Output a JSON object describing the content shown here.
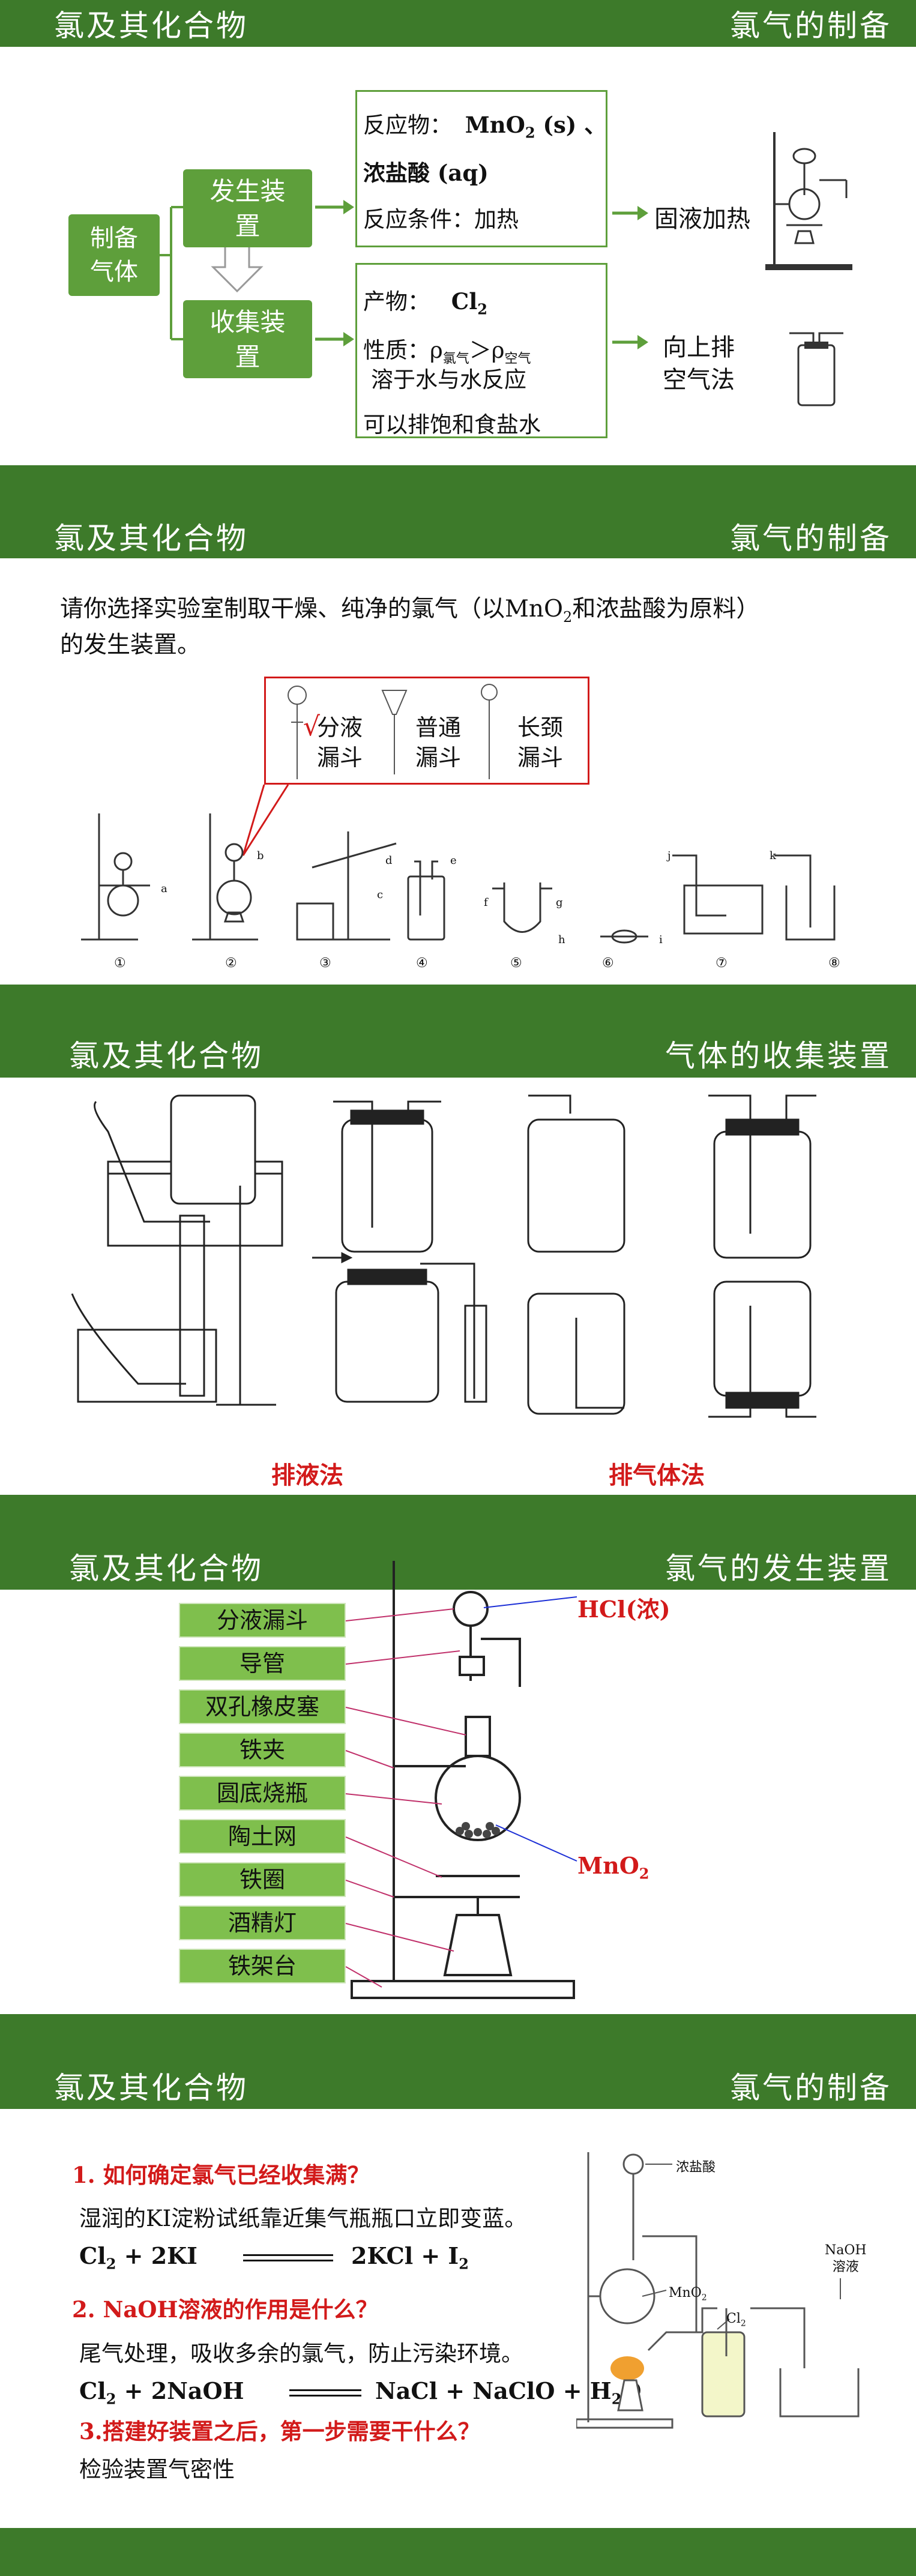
{
  "slide1": {
    "bar_left": "氯及其化合物",
    "bar_right": "氯气的制备",
    "prepare_gas_line1": "制备",
    "prepare_gas_line2": "气体",
    "gen_device_line1": "发生装",
    "gen_device_line2": "置",
    "collect_device_line1": "收集装",
    "collect_device_line2": "置",
    "reactant_label": "反应物：",
    "reactant_formula": "MnO",
    "reactant_sub": "2",
    "reactant_state": " (s) 、",
    "reactant_line2": "浓盐酸 (aq)",
    "condition": "反应条件：加热",
    "gen_result": "固液加热",
    "product_label": "产物：",
    "product_formula": "Cl",
    "product_sub": "2",
    "property_prefix": "性质：ρ",
    "property_sub1": "氯气",
    "property_mid": "＞ρ",
    "property_sub2": "空气",
    "property_line2": "溶于水与水反应",
    "property_line3": "可以排饱和食盐水",
    "collect_result_line1": "向上排",
    "collect_result_line2": "空气法"
  },
  "slide2": {
    "bar_left": "氯及其化合物",
    "bar_right": "氯气的制备",
    "question_line1_a": "请你选择实验室制取干燥、纯净的氯气（以MnO",
    "question_sub": "2",
    "question_line1_b": "和浓盐酸为原料）",
    "question_line2": "的发生装置。",
    "funnel1_line1": "分液",
    "funnel1_line2": "漏斗",
    "funnel2_line1": "普通",
    "funnel2_line2": "漏斗",
    "funnel3_line1": "长颈",
    "funnel3_line2": "漏斗",
    "check_mark": "√",
    "app_numbers": [
      "①",
      "②",
      "③",
      "④",
      "⑤",
      "⑥",
      "⑦",
      "⑧"
    ],
    "letters": [
      "a",
      "b",
      "c",
      "d",
      "e",
      "f",
      "g",
      "h",
      "i",
      "j",
      "k"
    ]
  },
  "slide3": {
    "bar_left": "氯及其化合物",
    "bar_right": "气体的收集装置",
    "liquid_method": "排液法",
    "gas_method": "排气体法"
  },
  "slide4": {
    "bar_left": "氯及其化合物",
    "bar_right": "氯气的发生装置",
    "parts": [
      "分液漏斗",
      "导管",
      "双孔橡皮塞",
      "铁夹",
      "圆底烧瓶",
      "陶土网",
      "铁圈",
      "酒精灯",
      "铁架台"
    ],
    "hcl_label": "HCl(浓)",
    "mno2_label": "MnO",
    "mno2_sub": "2"
  },
  "slide5": {
    "bar_left": "氯及其化合物",
    "bar_right": "氯气的制备",
    "q1": "1.  如何确定氯气已经收集满？",
    "a1": "湿润的KI淀粉试纸靠近集气瓶瓶口立即变蓝。",
    "eq1_left": "Cl",
    "eq1_left_sub": "2",
    "eq1_left_rest": " + 2KI",
    "eq1_right": "2KCl + I",
    "eq1_right_sub": "2",
    "q2": "2. NaOH溶液的作用是什么？",
    "a2": "尾气处理，吸收多余的氯气，防止污染环境。",
    "eq2_left": "Cl",
    "eq2_left_sub": "2",
    "eq2_left_rest": " + 2NaOH",
    "eq2_right": "NaCl + NaClO + H",
    "eq2_right_sub": "2",
    "eq2_right_rest": "O",
    "q3": "3.搭建好装置之后，第一步需要干什么？",
    "a3": "检验装置气密性",
    "fig_hcl": "浓盐酸",
    "fig_mno2": "MnO",
    "fig_mno2_sub": "2",
    "fig_cl2": "Cl",
    "fig_cl2_sub": "2",
    "fig_naoh_line1": "NaOH",
    "fig_naoh_line2": "溶液"
  },
  "colors": {
    "bar_green": "#3d7a2a",
    "box_green": "#5e9f3b",
    "label_green": "#7fbf4d",
    "accent_red": "#d21a1a",
    "accent_blue": "#1c2fd6"
  }
}
